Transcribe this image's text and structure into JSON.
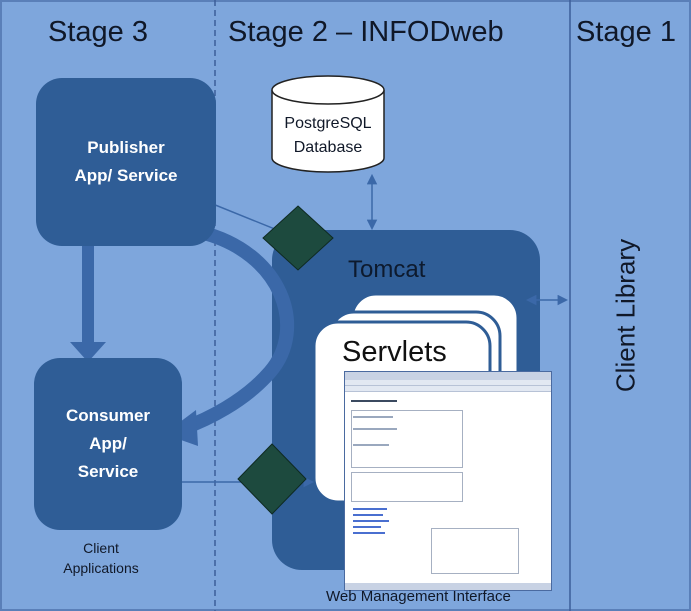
{
  "stages": {
    "stage3": "Stage 3",
    "stage2": "Stage 2 – INFODweb",
    "stage1": "Stage 1"
  },
  "publisher": {
    "line1": "Publisher",
    "line2": "App/ Service"
  },
  "consumer": {
    "line1": "Consumer",
    "line2": "App/",
    "line3": "Service"
  },
  "client_applications": {
    "line1": "Client",
    "line2": "Applications"
  },
  "database": {
    "line1": "PostgreSQL",
    "line2": "Database"
  },
  "tomcat": "Tomcat",
  "servlets": "Servlets",
  "client_library": "Client Library",
  "web_management_interface": "Web Management Interface",
  "colors": {
    "background": "#7ea6dc",
    "box": "#2f5d96",
    "diamond": "#1d4a3e",
    "arrow": "#3b68a8"
  }
}
